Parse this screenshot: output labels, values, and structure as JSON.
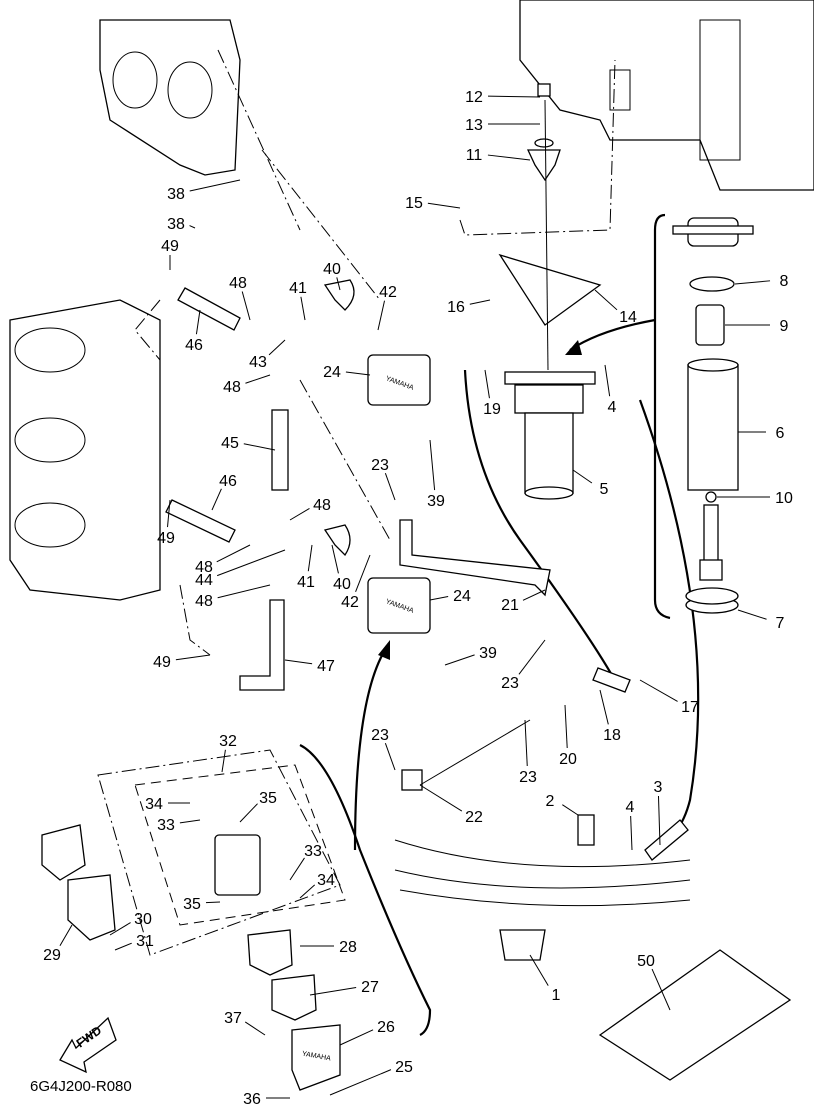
{
  "diagram": {
    "drawing_code": "6G4J200-R080",
    "fwd_arrow_text": "FWD",
    "brand_mark": "YAMAHA",
    "callouts": [
      "12",
      "13",
      "11",
      "15",
      "16",
      "14",
      "8",
      "9",
      "6",
      "10",
      "7",
      "5",
      "4",
      "19",
      "38",
      "38",
      "49",
      "48",
      "41",
      "40",
      "42",
      "46",
      "43",
      "48",
      "24",
      "45",
      "23",
      "39",
      "46",
      "48",
      "49",
      "48",
      "44",
      "41",
      "40",
      "42",
      "48",
      "24",
      "21",
      "49",
      "47",
      "39",
      "23",
      "17",
      "18",
      "20",
      "23",
      "23",
      "22",
      "32",
      "34",
      "35",
      "33",
      "33",
      "34",
      "35",
      "30",
      "31",
      "29",
      "28",
      "27",
      "26",
      "37",
      "25",
      "36",
      "2",
      "4",
      "3",
      "1",
      "50"
    ]
  }
}
